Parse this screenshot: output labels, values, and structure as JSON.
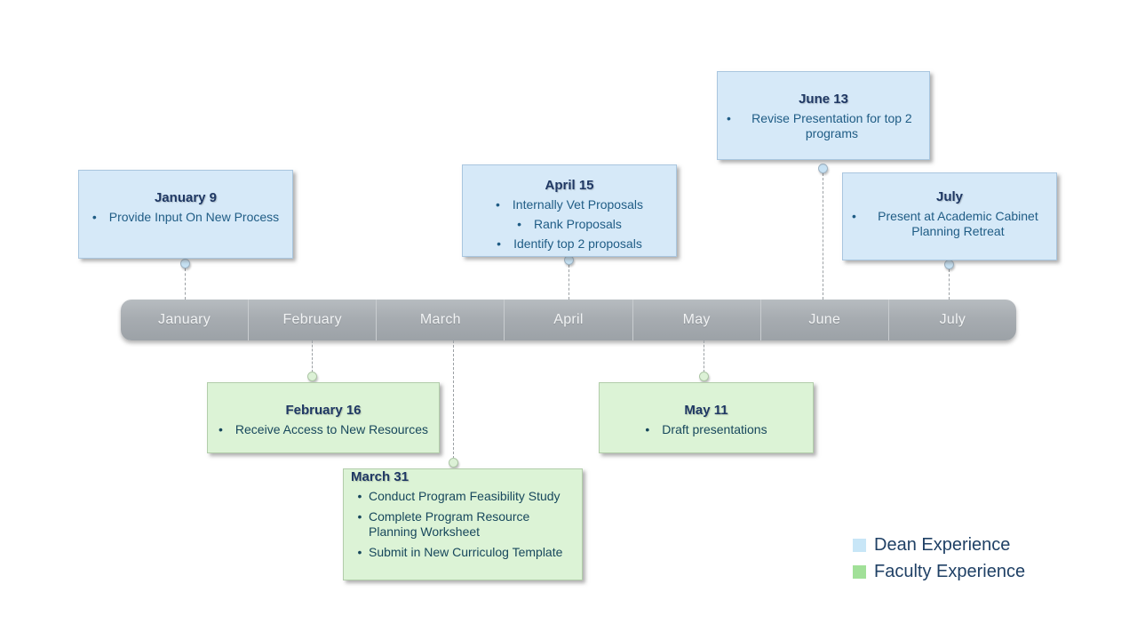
{
  "timeline": {
    "months": [
      "January",
      "February",
      "March",
      "April",
      "May",
      "June",
      "July"
    ]
  },
  "events": {
    "jan": {
      "date": "January 9",
      "items": [
        "Provide Input On New Process"
      ],
      "type": "dean"
    },
    "feb": {
      "date": "February 16",
      "items": [
        "Receive Access to New Resources"
      ],
      "type": "faculty"
    },
    "mar": {
      "date": "March 31",
      "items": [
        "Conduct Program Feasibility Study",
        "Complete Program Resource Planning Worksheet",
        "Submit in New Curriculog Template"
      ],
      "type": "faculty"
    },
    "apr": {
      "date": "April 15",
      "items": [
        "Internally Vet Proposals",
        "Rank Proposals",
        "Identify top 2 proposals"
      ],
      "type": "dean"
    },
    "may": {
      "date": "May 11",
      "items": [
        "Draft presentations"
      ],
      "type": "faculty"
    },
    "jun": {
      "date": "June 13",
      "items": [
        "Revise Presentation for top 2 programs"
      ],
      "type": "dean"
    },
    "jul": {
      "date": "July",
      "items": [
        "Present at Academic Cabinet Planning Retreat"
      ],
      "type": "dean"
    }
  },
  "legend": {
    "dean": {
      "label": "Dean Experience",
      "color": "#c8e6f7"
    },
    "faculty": {
      "label": "Faculty Experience",
      "color": "#a1e098"
    }
  },
  "bullet": "•",
  "colors": {
    "dean_fill": "#d6e9f8",
    "dean_border": "#a9c6df",
    "dean_text": "#1f5c85",
    "faculty_fill": "#dcf3d6",
    "faculty_border": "#b2cdaa",
    "faculty_text": "#17475c",
    "bar_gray": "#a7acb1",
    "title_navy": "#1f3864",
    "legend_text": "#1f4065"
  }
}
